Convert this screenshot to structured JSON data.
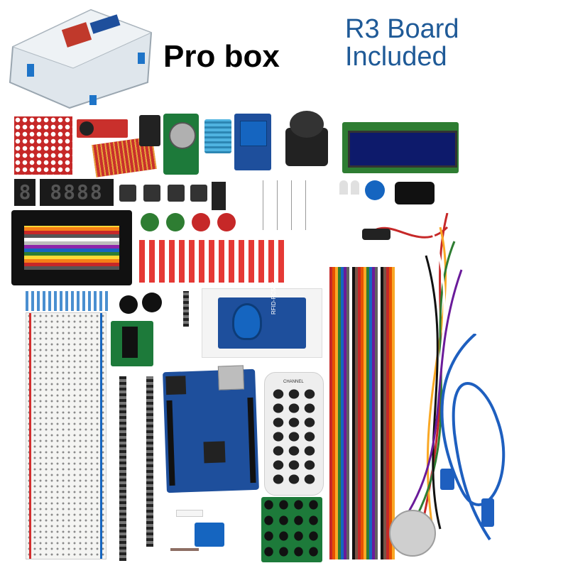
{
  "title": "Pro box",
  "badge_line1": "R3 Board",
  "badge_line2": "Included",
  "remote_label": "CHANNEL",
  "rfid_label": "RFID-RC522",
  "colors": {
    "title": "#000000",
    "badge": "#1f5a97",
    "pcb_blue": "#1e4f9c",
    "pcb_red": "#c9302c",
    "pcb_green": "#1d7a3a"
  }
}
